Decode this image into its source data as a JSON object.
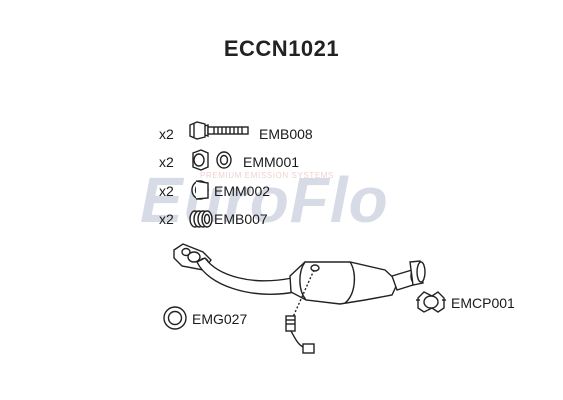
{
  "title": "ECCN1021",
  "watermark": {
    "logo_text": "EuroFlo",
    "tagline": "PREMIUM EMISSION SYSTEMS",
    "colors": {
      "primary": "#9ba6bf",
      "accent": "#e6a8a8"
    }
  },
  "parts": [
    {
      "qty": "x2",
      "code": "EMB008",
      "icon": "bolt-icon"
    },
    {
      "qty": "x2",
      "code": "EMM001",
      "icon": "nut-washer-icon"
    },
    {
      "qty": "x2",
      "code": "EMM002",
      "icon": "spring-nut-icon"
    },
    {
      "qty": "x2",
      "code": "EMB007",
      "icon": "spring-icon"
    },
    {
      "qty": "",
      "code": "EMG027",
      "icon": "gasket-icon"
    },
    {
      "qty": "",
      "code": "EMCP001",
      "icon": "clamp-icon"
    }
  ],
  "components": [
    "catalytic-converter-pipe",
    "lambda-sensor"
  ]
}
